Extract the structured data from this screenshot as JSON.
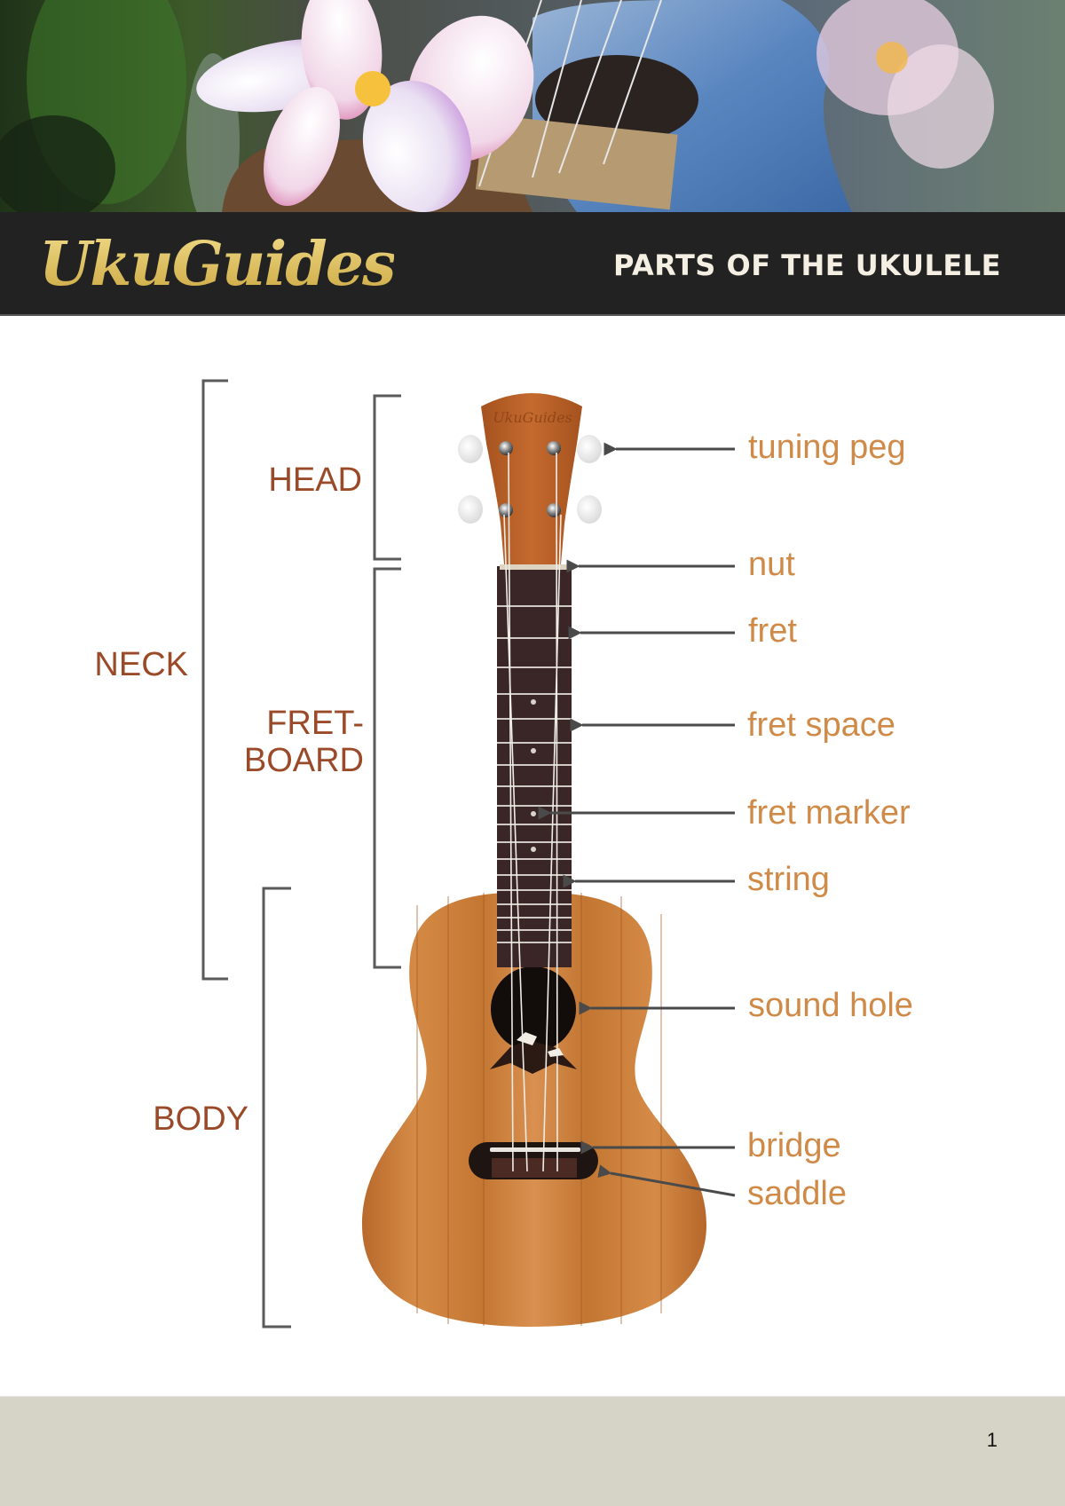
{
  "header": {
    "logo_text": "UkuGuides",
    "title": "PARTS OF THE UKULELE"
  },
  "hero_image": {
    "description": "Photo of a blue ukulele with plumeria flowers"
  },
  "diagram": {
    "headstock_engraving": "UkuGuides",
    "sections": [
      {
        "id": "neck",
        "label": "NECK"
      },
      {
        "id": "head",
        "label": "HEAD"
      },
      {
        "id": "fretboard",
        "label_line1": "FRET-",
        "label_line2": "BOARD"
      },
      {
        "id": "body",
        "label": "BODY"
      }
    ],
    "parts": [
      {
        "id": "tuning-peg",
        "label": "tuning peg"
      },
      {
        "id": "nut",
        "label": "nut"
      },
      {
        "id": "fret",
        "label": "fret"
      },
      {
        "id": "fret-space",
        "label": "fret space"
      },
      {
        "id": "fret-marker",
        "label": "fret marker"
      },
      {
        "id": "string",
        "label": "string"
      },
      {
        "id": "sound-hole",
        "label": "sound hole"
      },
      {
        "id": "bridge",
        "label": "bridge"
      },
      {
        "id": "saddle",
        "label": "saddle"
      }
    ],
    "colors": {
      "section_label": "#9a4a28",
      "part_label": "#d08a48",
      "bracket": "#5a5a5a",
      "arrow": "#4a4a4a",
      "wood": "#c97a3a",
      "fretboard": "#3a2626"
    }
  },
  "footer": {
    "page_number": "1"
  }
}
